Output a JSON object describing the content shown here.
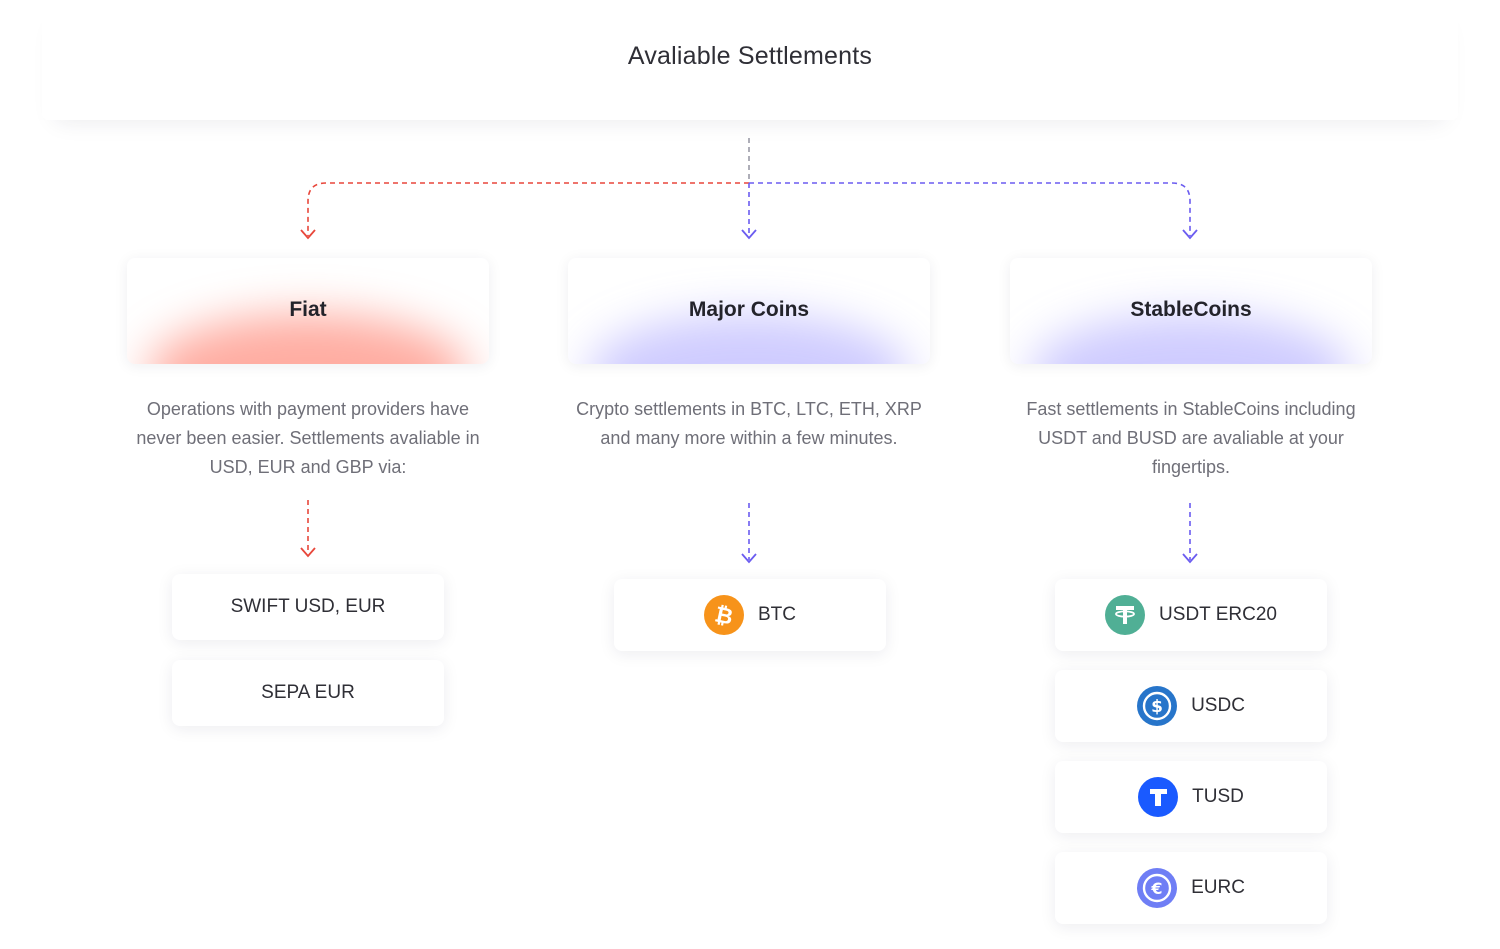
{
  "header": {
    "title": "Avaliable Settlements"
  },
  "colors": {
    "fiat": "#e8473b",
    "crypto": "#6b5cf0"
  },
  "columns": [
    {
      "id": "fiat",
      "title": "Fiat",
      "description": "Operations with payment providers have never been easier. Settlements avaliable in USD, EUR and GBP via:",
      "items": [
        {
          "label": "SWIFT USD, EUR"
        },
        {
          "label": "SEPA EUR"
        }
      ]
    },
    {
      "id": "major-coins",
      "title": "Major Coins",
      "description": "Crypto settlements in BTC, LTC, ETH, XRP and many more within a few minutes.",
      "items": [
        {
          "label": "BTC",
          "icon": "bitcoin-icon",
          "icon_color": "#f7931a"
        }
      ]
    },
    {
      "id": "stablecoins",
      "title": "StableCoins",
      "description": "Fast settlements in StableCoins including USDT and BUSD are avaliable at your fingertips.",
      "items": [
        {
          "label": "USDT ERC20",
          "icon": "tether-icon",
          "icon_color": "#50af95"
        },
        {
          "label": "USDC",
          "icon": "usdc-icon",
          "icon_color": "#2775ca"
        },
        {
          "label": "TUSD",
          "icon": "tusd-icon",
          "icon_color": "#1a5aff"
        },
        {
          "label": "EURC",
          "icon": "eurc-icon",
          "icon_color": "#6f7ef5"
        }
      ]
    }
  ]
}
